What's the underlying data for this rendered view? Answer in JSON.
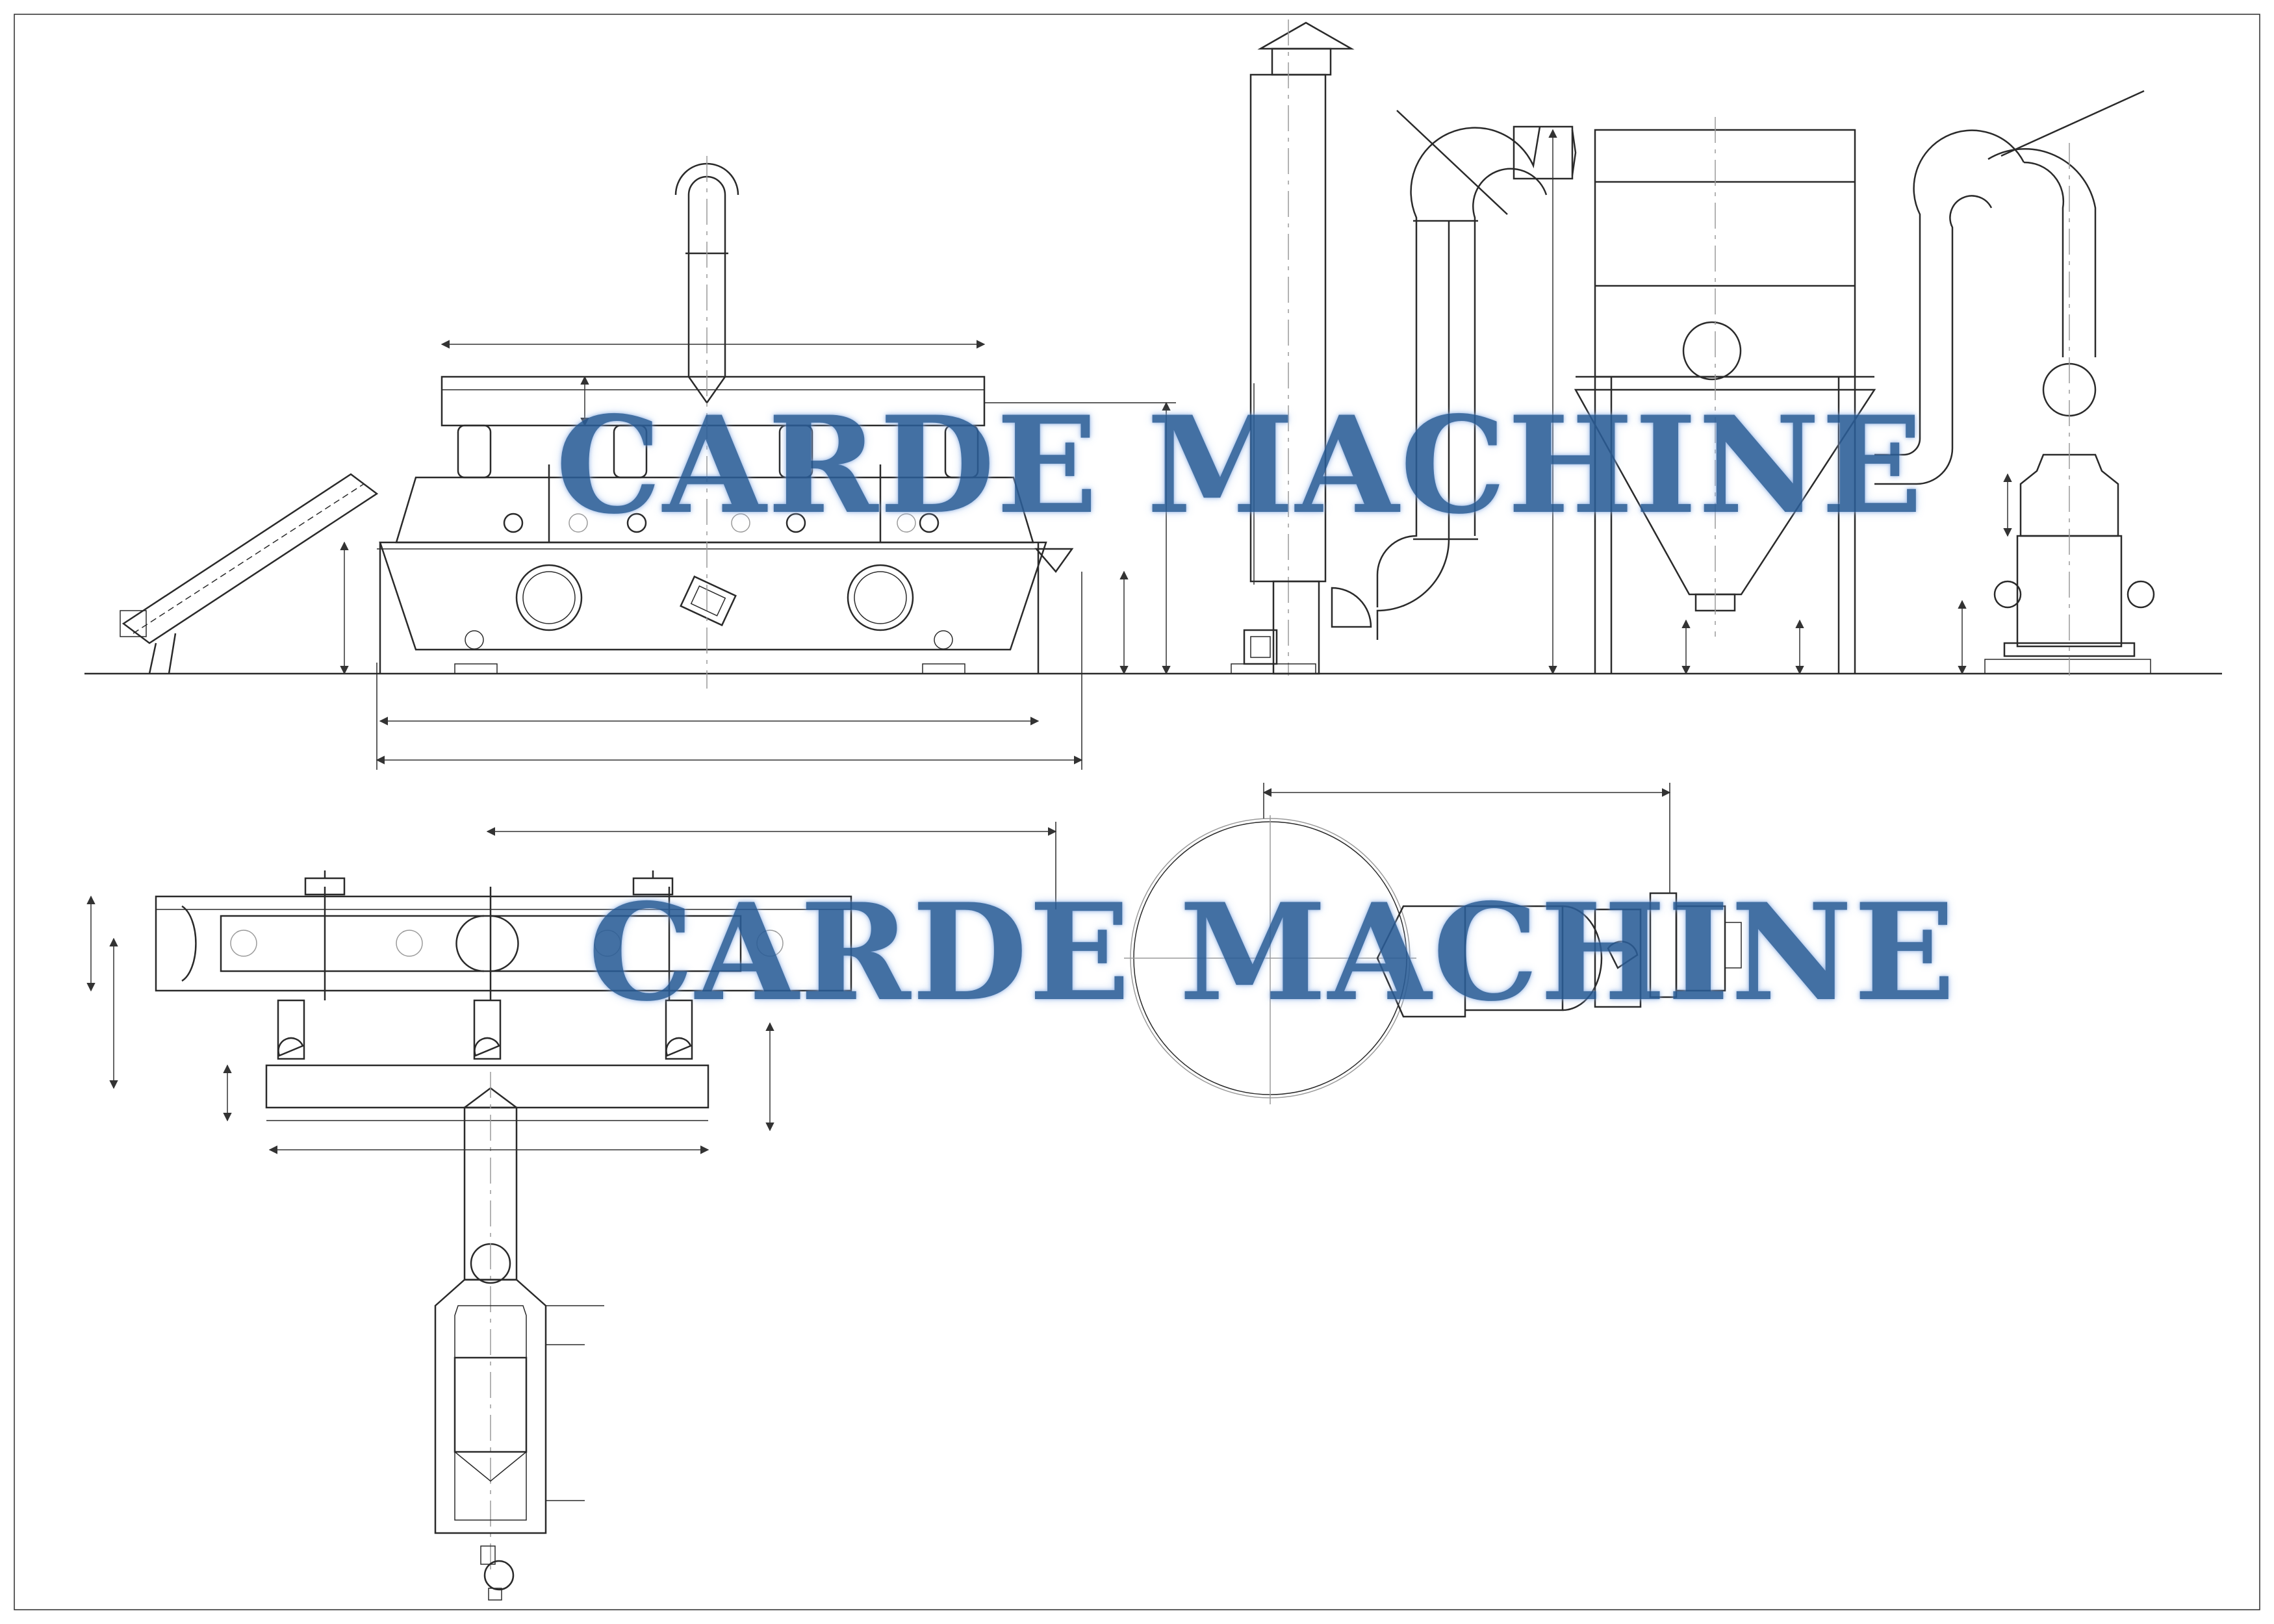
{
  "diagram": {
    "type": "engineering-drawing",
    "views": [
      "vibrating-fluid-bed-dryer-elevation",
      "exhaust-system-elevation",
      "dryer-plan-view",
      "heater-plan-view"
    ]
  },
  "watermarks": [
    {
      "text": "CARDE MACHINE"
    },
    {
      "text": "CARDE MACHINE"
    }
  ],
  "colors": {
    "line": "#2a2a2a",
    "centerline": "#9a9a9a",
    "watermark": "#2a5d97",
    "background": "#ffffff"
  }
}
